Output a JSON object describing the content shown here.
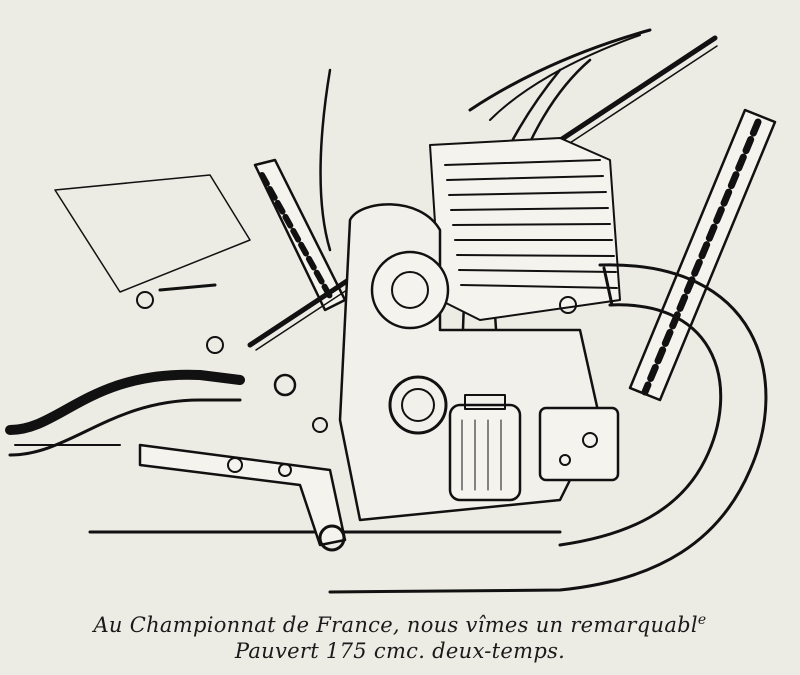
{
  "illustration": {
    "subject": "engine-drawing"
  },
  "caption": {
    "line1": "Au Championnat de France, nous vîmes un remarquabl",
    "line1_superscript": "e",
    "line2": "Pauvert 175 cmc. deux-temps."
  }
}
